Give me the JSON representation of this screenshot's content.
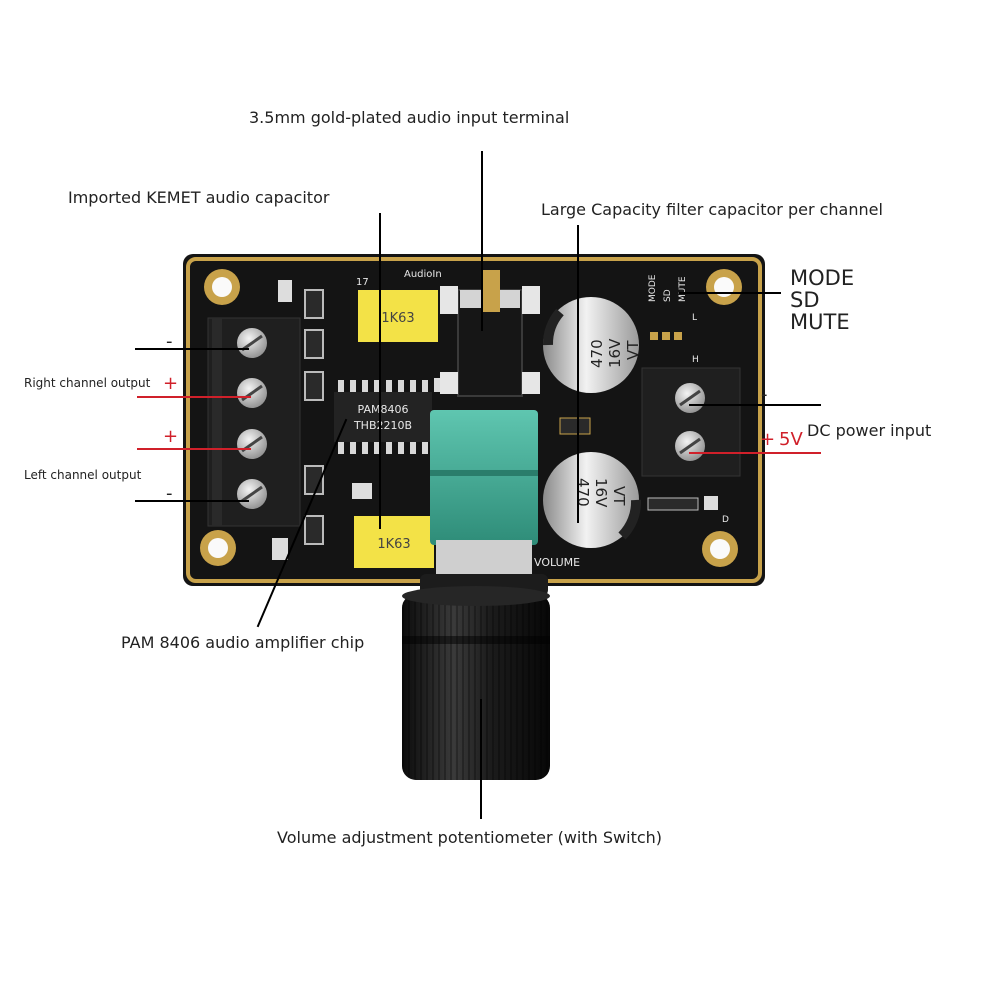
{
  "callouts": {
    "audio_input_terminal": "3.5mm gold-plated audio input terminal",
    "kemet_capacitor": "Imported KEMET audio capacitor",
    "filter_capacitor": "Large Capacity filter capacitor per channel",
    "mode": "MODE",
    "sd": "SD",
    "mute": "MUTE",
    "right_channel_output": "Right channel output",
    "left_channel_output": "Left channel output",
    "dc_power_input": "DC power input",
    "voltage": "5V",
    "amplifier_chip": "PAM 8406 audio amplifier chip",
    "volume_potentiometer": "Volume adjustment potentiometer (with Switch)"
  },
  "polarity": {
    "minus": "-",
    "plus": "+"
  },
  "board_silkscreen": {
    "audio_in": "AudioIn",
    "seventeen": "17",
    "mode": "MODE",
    "sd": "SD",
    "mute": "MUTE",
    "volume": "VOLUME",
    "chip_line1": "PAM8406",
    "chip_line2": "THB2210B",
    "cap_marking": "1K63",
    "elcap_value": "470",
    "elcap_voltage": "16V",
    "elcap_series": "VT",
    "l_mark": "L",
    "h_mark": "H",
    "d_mark": "D"
  },
  "colors": {
    "board": "#141414",
    "gold": "#c8a24a",
    "terminal": "#1f1f1f",
    "kemet_yellow": "#f3e247",
    "pot_teal": "#3aa58f",
    "knob": "#181818",
    "leader_black": "#000000",
    "leader_red": "#d0202a"
  }
}
